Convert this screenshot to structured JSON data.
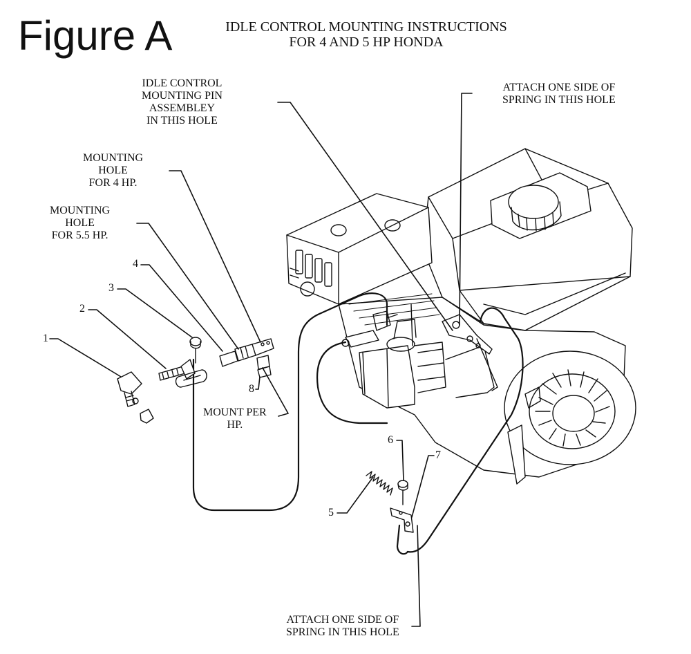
{
  "figure_label": "Figure A",
  "title": {
    "line1": "IDLE CONTROL MOUNTING INSTRUCTIONS",
    "line2": "FOR 4 AND 5 HP HONDA"
  },
  "callouts": {
    "pin_assembly": [
      "IDLE CONTROL",
      "MOUNTING PIN",
      "ASSEMBLEY",
      "IN THIS HOLE"
    ],
    "spring_top": [
      "ATTACH ONE SIDE OF",
      "SPRING IN THIS HOLE"
    ],
    "hole_4hp": [
      "MOUNTING",
      "HOLE",
      "FOR 4 HP."
    ],
    "hole_55hp": [
      "MOUNTING",
      "HOLE",
      "FOR 5.5 HP."
    ],
    "mount_per_hp": [
      "MOUNT PER",
      "HP."
    ],
    "spring_bottom": [
      "ATTACH ONE SIDE OF",
      "SPRING IN THIS HOLE"
    ]
  },
  "part_numbers": [
    "1",
    "2",
    "3",
    "4",
    "5",
    "6",
    "7",
    "8"
  ],
  "colors": {
    "ink": "#111111",
    "paper": "#ffffff"
  }
}
